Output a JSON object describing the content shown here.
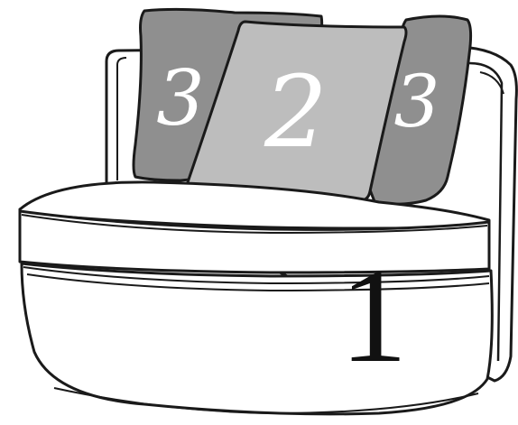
{
  "labels": {
    "seat_cushion": "1",
    "center_pillow": "2",
    "left_pillow": "3",
    "right_pillow": "3"
  },
  "colors": {
    "outline": "#1a1a1a",
    "chair_fill": "#ffffff",
    "pillow_dark": "#8f8f8f",
    "pillow_light": "#bdbdbd",
    "label_white": "#ffffff",
    "label_dark": "#111111"
  }
}
